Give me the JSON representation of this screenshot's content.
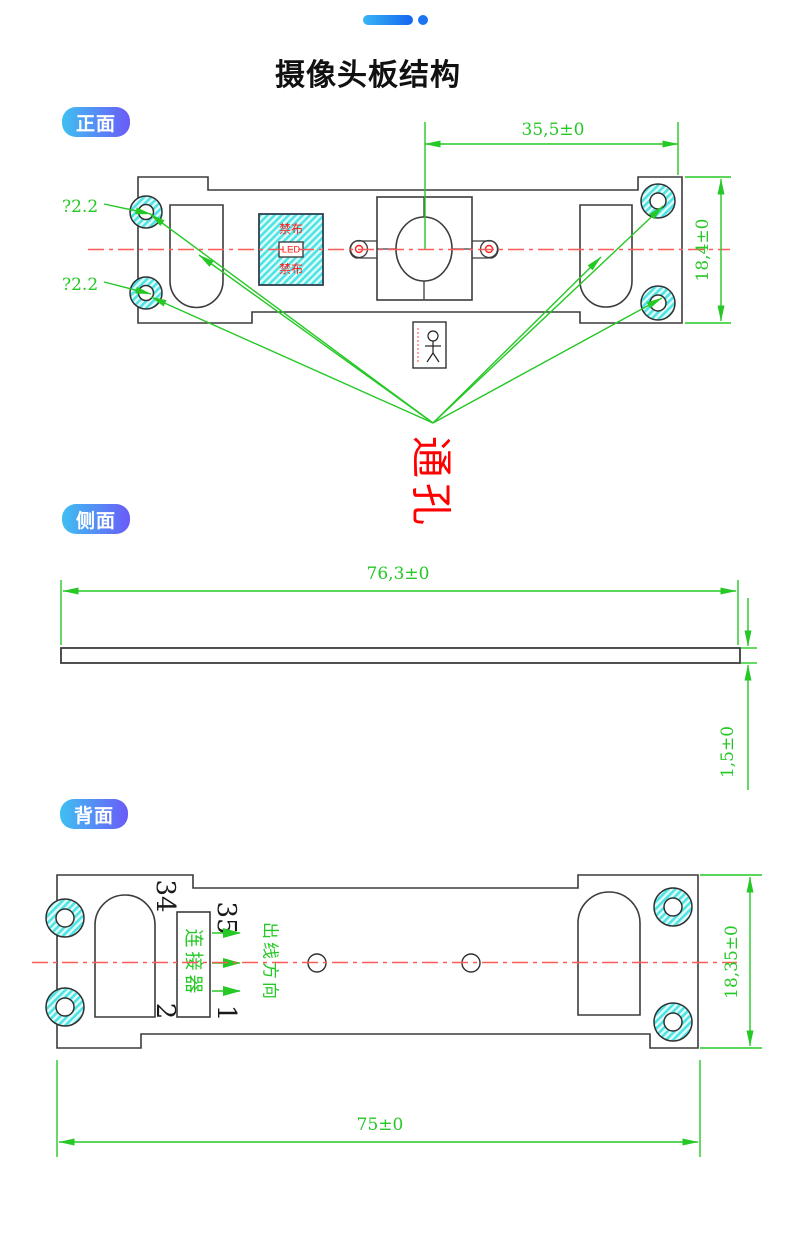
{
  "page": {
    "title": "摄像头板结构"
  },
  "colors": {
    "accent_green": "#25c825",
    "centerline_red": "#ff5a5a",
    "label_red": "#ff1a1a",
    "hatch_cyan": "#4ee4e4",
    "badge_gradient_from": "#3fc0f2",
    "badge_gradient_to": "#6a5bf8",
    "title_deco_blue": "#1b74f2"
  },
  "sections": {
    "front": {
      "badge": "正面",
      "dim_width": "35,5±0",
      "dim_height": "18,4±0",
      "hole_diameter": "?2.2",
      "keepout_top": "禁布",
      "keepout_bottom": "禁布",
      "led": "LED",
      "through_hole": "通孔"
    },
    "side": {
      "badge": "侧面",
      "dim_width": "76,3±0",
      "dim_thickness": "1,5±0"
    },
    "back": {
      "badge": "背面",
      "dim_width": "75±0",
      "dim_height": "18,35±0",
      "connector": "连接器",
      "wire_direction": "出线方向",
      "pin_34": "34",
      "pin_35": "35",
      "pin_2": "2",
      "pin_1": "1"
    }
  }
}
